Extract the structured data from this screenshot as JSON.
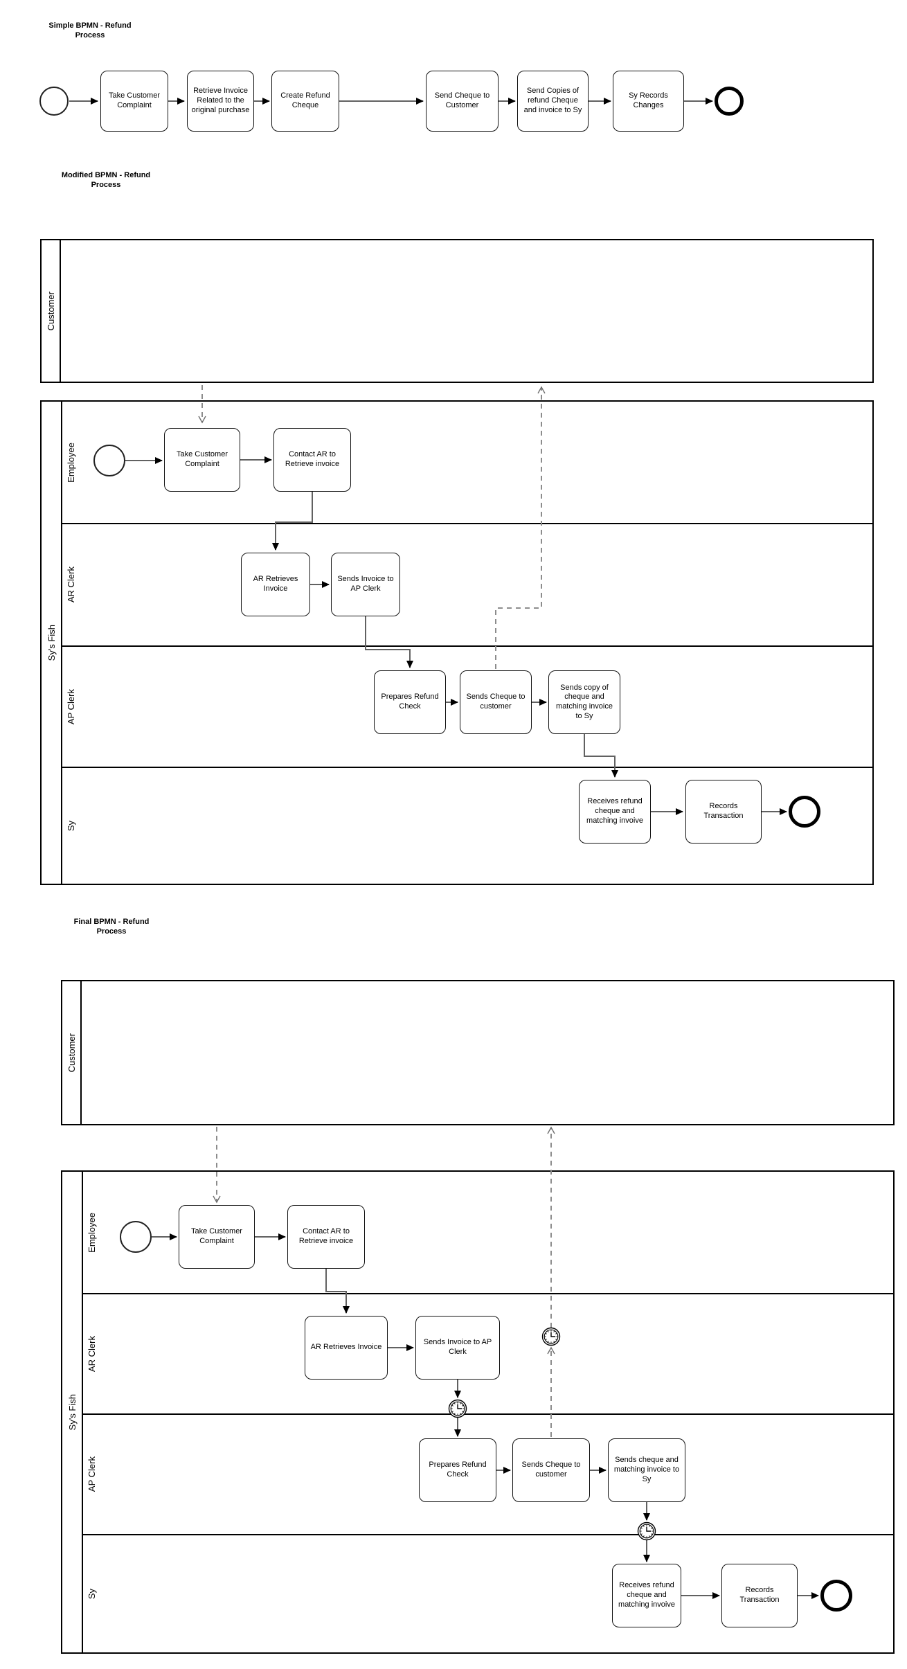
{
  "colors": {
    "shape_stroke": "#000000",
    "sequence_flow_line": "#616161",
    "message_flow_line": "#8c8c8c",
    "background": "#ffffff"
  },
  "icons": {
    "timer_event": "clock-face-showing-3-oclock-in-double-circle",
    "start_event": "thin-outline-circle",
    "end_event": "thick-outline-circle"
  },
  "simple": {
    "title": "Simple BPMN - Refund Process",
    "tasks": [
      "Take Customer Complaint",
      "Retrieve Invoice Related to the original purchase",
      "Create Refund Cheque",
      "Send Cheque to Customer",
      "Send Copies of refund Cheque and invoice to Sy",
      "Sy Records Changes"
    ]
  },
  "modified": {
    "title": "Modified BPMN - Refund Process",
    "customer_pool": "Customer",
    "main_pool": "Sy's Fish",
    "lanes": [
      "Employee",
      "AR Clerk",
      "AP Clerk",
      "Sy"
    ],
    "employee_tasks": [
      "Take Customer Complaint",
      "Contact AR to Retrieve invoice"
    ],
    "ar_tasks": [
      "AR Retrieves Invoice",
      "Sends Invoice to AP Clerk"
    ],
    "ap_tasks": [
      "Prepares Refund Check",
      "Sends Cheque to customer",
      "Sends copy of cheque and matching invoice to Sy"
    ],
    "sy_tasks": [
      "Receives refund cheque and matching invoive",
      "Records Transaction"
    ]
  },
  "final": {
    "title": "Final BPMN - Refund Process",
    "customer_pool": "Customer",
    "main_pool": "Sy's Fish",
    "lanes": [
      "Employee",
      "AR Clerk",
      "AP Clerk",
      "Sy"
    ],
    "employee_tasks": [
      "Take Customer Complaint",
      "Contact AR to Retrieve invoice"
    ],
    "ar_tasks": [
      "AR Retrieves Invoice",
      "Sends Invoice to AP Clerk"
    ],
    "ap_tasks": [
      "Prepares Refund Check",
      "Sends Cheque to customer",
      "Sends cheque and matching invoice to Sy"
    ],
    "sy_tasks": [
      "Receives refund cheque and matching invoive",
      "Records Transaction"
    ]
  }
}
